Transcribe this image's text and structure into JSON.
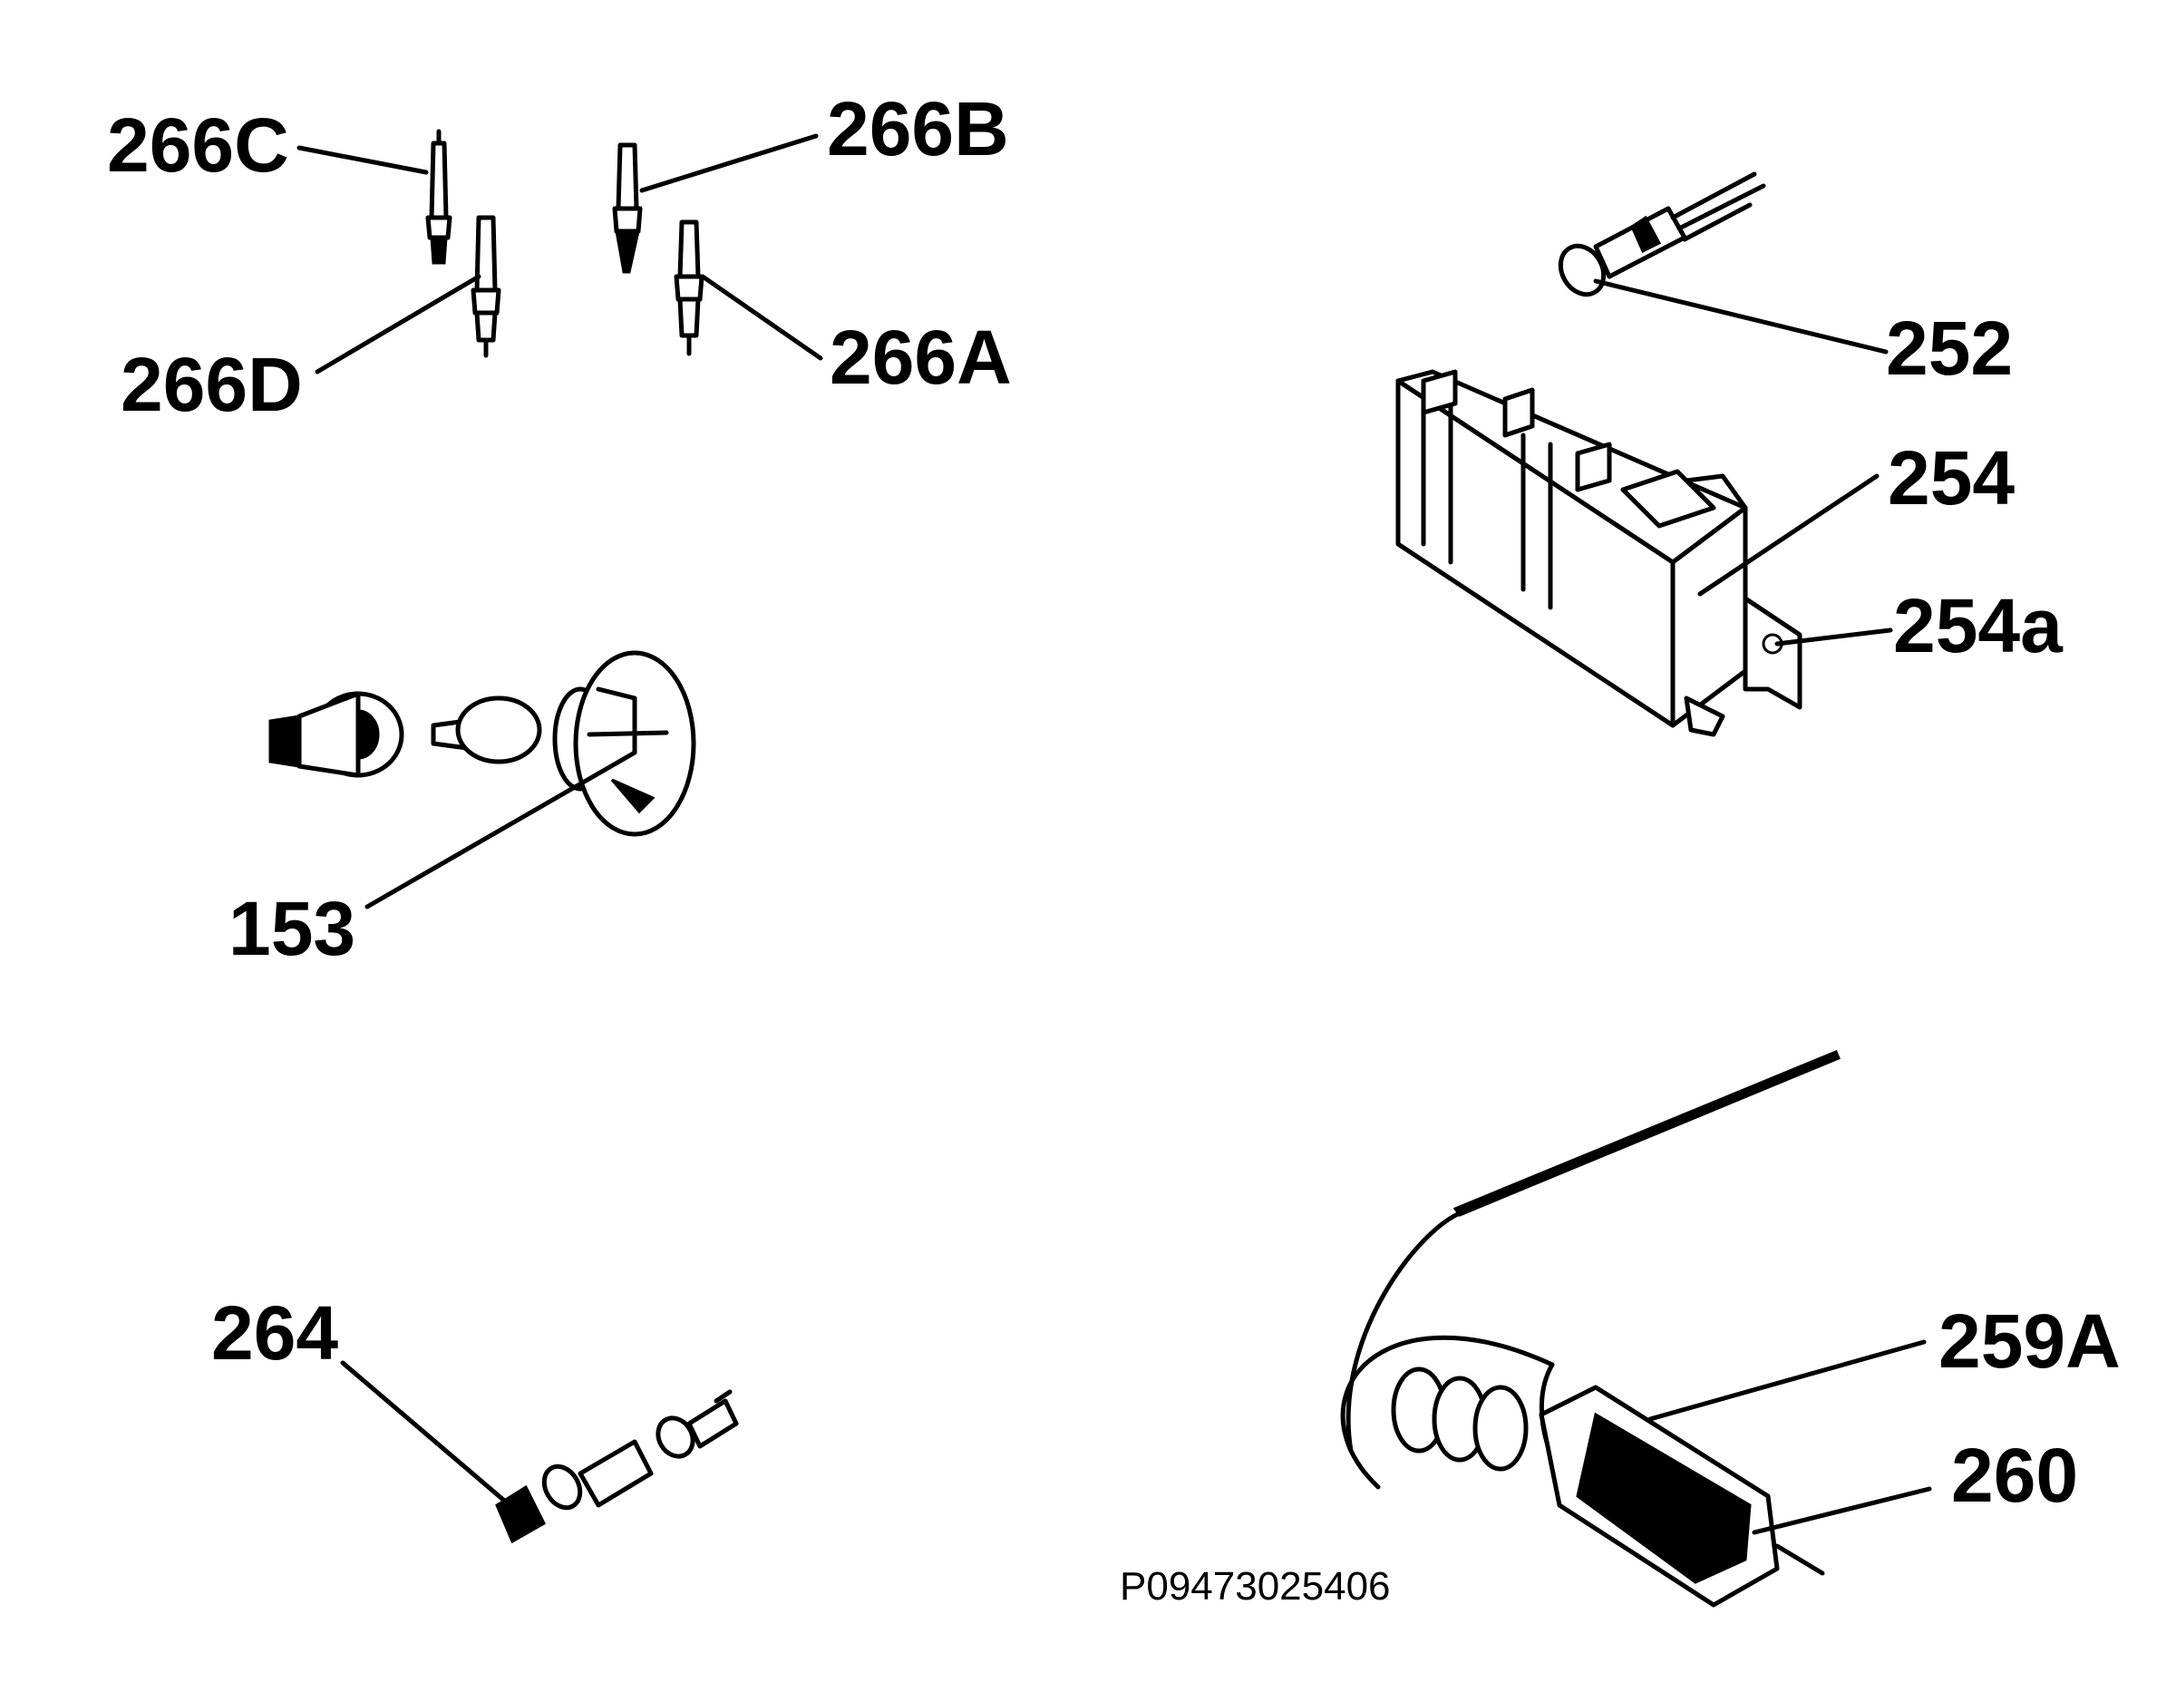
{
  "labels": {
    "l266C": "266C",
    "l266B": "266B",
    "l266D": "266D",
    "l266A": "266A",
    "l252": "252",
    "l254": "254",
    "l254a": "254a",
    "l153": "153",
    "l264": "264",
    "l259A": "259A",
    "l260": "260"
  },
  "drawing_code": "P09473025406"
}
